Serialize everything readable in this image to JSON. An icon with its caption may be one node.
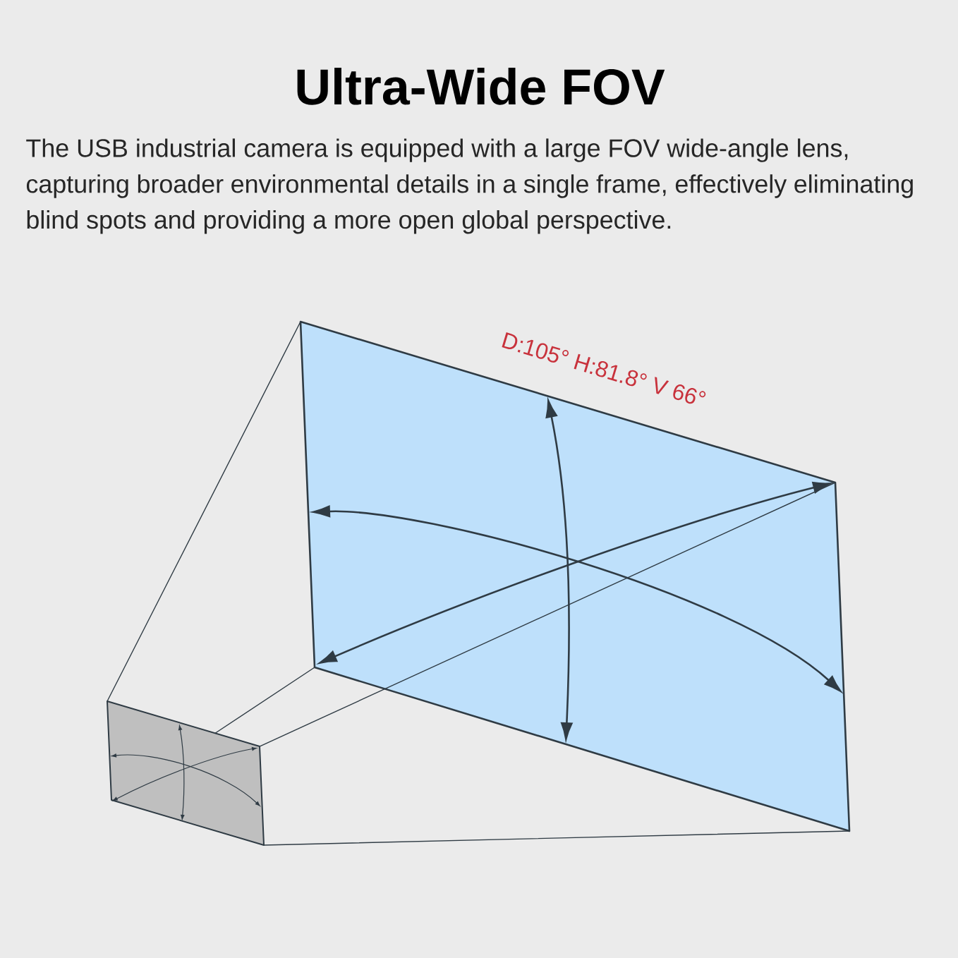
{
  "diagram": {
    "title": "Ultra-Wide FOV",
    "labels": [
      "The USB industrial camera is equipped with a large FOV wide-angle lens, capturing broader environmental details in a single frame, effectively eliminating blind spots and providing a more open global perspective.",
      "D:105° H:81.8° V 66°"
    ]
  }
}
